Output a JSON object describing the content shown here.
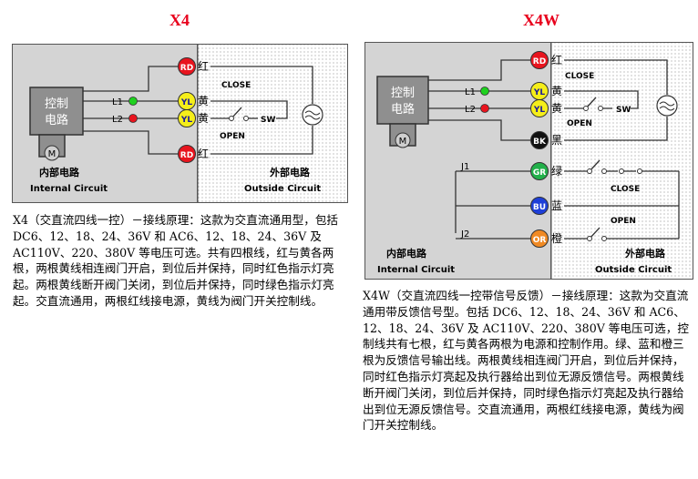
{
  "x4": {
    "title": "X4",
    "control_label_1": "控制",
    "control_label_2": "电路",
    "motor_symbol": "M",
    "l1": "L1",
    "l2": "L2",
    "wires": [
      {
        "code": "RD",
        "label": "红",
        "color": "#e8141e",
        "text_color": "#ffffff"
      },
      {
        "code": "YL",
        "label": "黄",
        "color": "#f5ee1a",
        "text_color": "#1a1a99"
      },
      {
        "code": "YL",
        "label": "黄",
        "color": "#f5ee1a",
        "text_color": "#1a1a99"
      },
      {
        "code": "RD",
        "label": "红",
        "color": "#e8141e",
        "text_color": "#ffffff"
      }
    ],
    "close_label": "CLOSE",
    "open_label": "OPEN",
    "sw_label": "SW",
    "internal_cn": "内部电路",
    "internal_en": "Internal Circuit",
    "outside_cn": "外部电路",
    "outside_en": "Outside Circuit",
    "description": "X4（交直流四线一控）－接线原理：这款为交直流通用型，包括 DC6、12、18、24、36V 和 AC6、12、18、24、36V 及 AC110V、220、380V 等电压可选。共有四根线，红与黄各两根，两根黄线相连阀门开启，到位后并保持，同时红色指示灯亮起。两根黄线断开阀门关闭，到位后并保持，同时绿色指示灯亮起。交直流通用，两根红线接电源，黄线为阀门开关控制线。"
  },
  "x4w": {
    "title": "X4W",
    "control_label_1": "控制",
    "control_label_2": "电路",
    "motor_symbol": "M",
    "l1": "L1",
    "l2": "L2",
    "j1": "J1",
    "j2": "J2",
    "wires": [
      {
        "code": "RD",
        "label": "红",
        "color": "#e8141e",
        "text_color": "#ffffff"
      },
      {
        "code": "YL",
        "label": "黄",
        "color": "#f5ee1a",
        "text_color": "#1a1a99"
      },
      {
        "code": "YL",
        "label": "黄",
        "color": "#f5ee1a",
        "text_color": "#1a1a99"
      },
      {
        "code": "BK",
        "label": "黑",
        "color": "#111111",
        "text_color": "#ffffff"
      },
      {
        "code": "GR",
        "label": "绿",
        "color": "#22b04a",
        "text_color": "#ffffff"
      },
      {
        "code": "BU",
        "label": "蓝",
        "color": "#1e3fd8",
        "text_color": "#ffffff"
      },
      {
        "code": "OR",
        "label": "橙",
        "color": "#f08a24",
        "text_color": "#ffffff"
      }
    ],
    "close_label": "CLOSE",
    "open_label": "OPEN",
    "sw_label": "SW",
    "close_label_2": "CLOSE",
    "open_label_2": "OPEN",
    "internal_cn": "内部电路",
    "internal_en": "Internal Circuit",
    "outside_cn": "外部电路",
    "outside_en": "Outside Circuit",
    "description": "X4W（交直流四线一控带信号反馈）－接线原理：这款为交直流通用带反馈信号型。包括 DC6、12、18、24、36V 和 AC6、12、18、24、36V 及 AC110V、220、380V 等电压可选，控制线共有七根，红与黄各两根为电源和控制作用。绿、蓝和橙三根为反馈信号输出线。两根黄线相连阀门开启，到位后并保持，同时红色指示灯亮起及执行器给出到位无源反馈信号。两根黄线断开阀门关闭，到位后并保持，同时绿色指示灯亮起及执行器给出到位无源反馈信号。交直流通用，两根红线接电源，黄线为阀门开关控制线。"
  },
  "colors": {
    "title_red": "#e8001c",
    "inner_fill": "#d4d4d4",
    "control_box": "#8f8f8f",
    "led_green": "#1fd11f",
    "led_red": "#e8141e"
  }
}
